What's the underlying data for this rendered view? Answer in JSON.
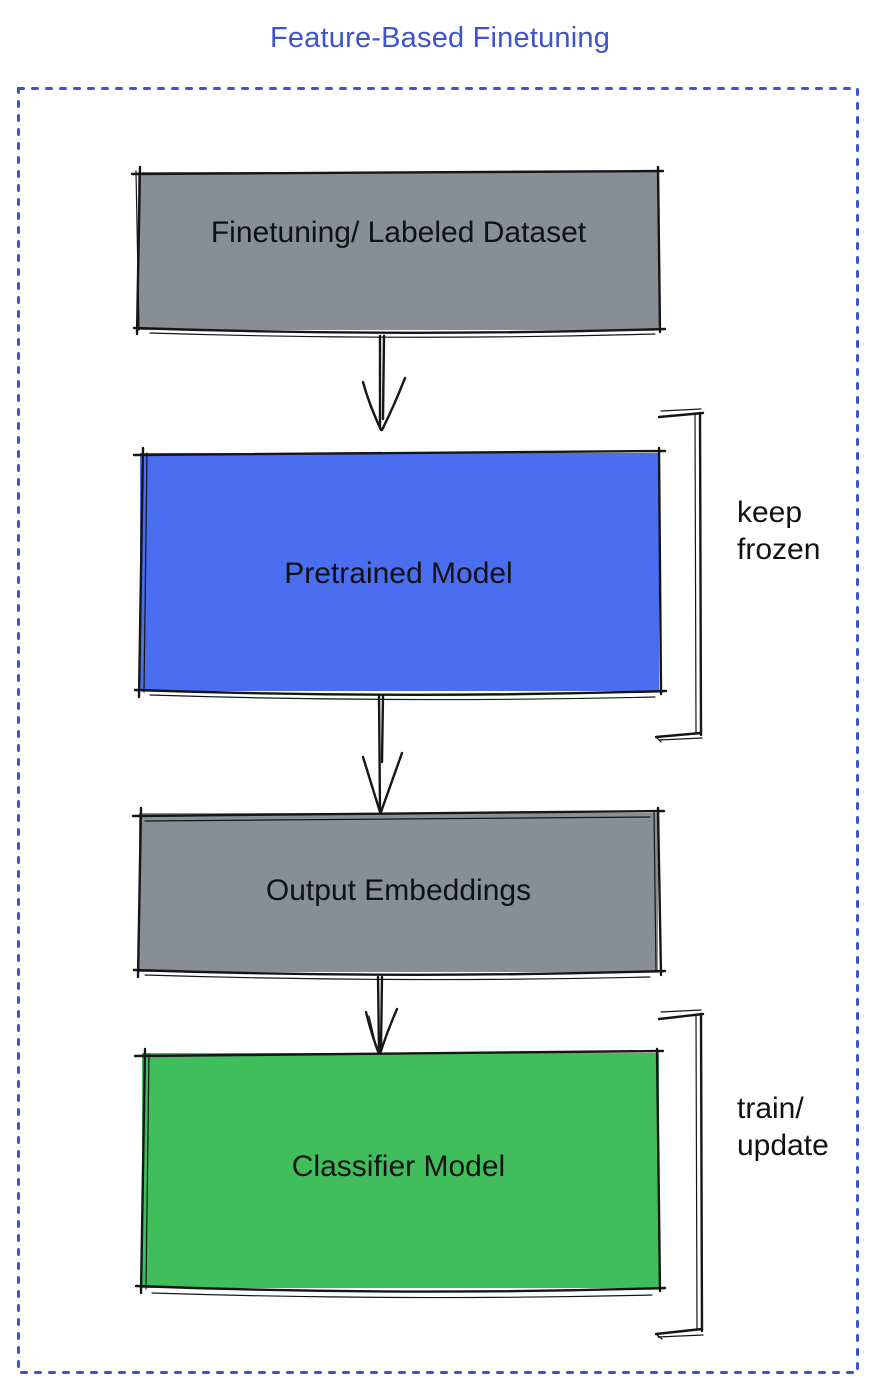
{
  "title": "Feature-Based Finetuning",
  "colors": {
    "title": "#3C54CE",
    "frame_dots": "#3C54CE",
    "ink": "#161616",
    "dataset_box": "#878E96",
    "pretrained_box": "#4B6EF0",
    "embeddings_box": "#878E96",
    "classifier_box": "#40BE5C"
  },
  "diagram": {
    "nodes": [
      {
        "id": "dataset",
        "label": "Finetuning/ Labeled Dataset"
      },
      {
        "id": "pretrained",
        "label": "Pretrained Model"
      },
      {
        "id": "embeddings",
        "label": "Output Embeddings"
      },
      {
        "id": "classifier",
        "label": "Classifier Model"
      }
    ],
    "annotations": [
      {
        "target": "pretrained",
        "label": "keep\nfrozen"
      },
      {
        "target": "classifier",
        "label": "train/\nupdate"
      }
    ]
  }
}
